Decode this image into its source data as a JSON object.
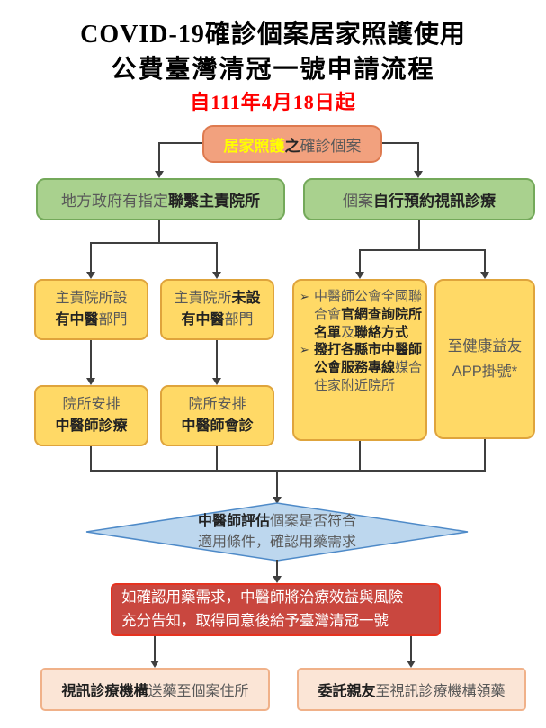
{
  "page": {
    "title_line1": "COVID-19確診個案居家照護使用",
    "title_line2": "公費臺灣清冠一號申請流程",
    "effective_date": "自111年4月18日起"
  },
  "colors": {
    "start_fill": "#F2A17E",
    "green_fill": "#A9D18E",
    "yellow_fill": "#FFD966",
    "diamond_fill": "#BDD7EE",
    "red_fill": "#C9473F",
    "peach_fill": "#FBE5D6",
    "subtitle_red": "#FF0000",
    "connector": "#3F3F3F",
    "start_highlight_text": "#FFFF00"
  },
  "flow": {
    "start": {
      "highlight": "居家照護",
      "link": "之",
      "rest": "確診個案"
    },
    "left_branch": {
      "header": {
        "pre": "地方政府有指定",
        "bold": "聯繫主責院所"
      },
      "with_tcm": {
        "line1": "主責院所設",
        "line2_bold": "有中醫",
        "line2_rest": "部門"
      },
      "without_tcm": {
        "line1_pre": "主責院所",
        "line1_bold": "未設",
        "line2_bold": "有中醫",
        "line2_rest": "部門"
      },
      "arrange_treatment": {
        "line1": "院所安排",
        "line2": "中醫師診療"
      },
      "arrange_consult": {
        "line1": "院所安排",
        "line2": "中醫師會診"
      }
    },
    "right_branch": {
      "header": {
        "pre": "個案",
        "bold": "自行預約視訊診療"
      },
      "lookup": {
        "marker": "➢",
        "b1_pre": "中醫師公會全國聯合會",
        "b1_bold1": "官網查詢院所名單",
        "b1_mid": "及",
        "b1_bold2": "聯絡方式",
        "b2_bold": "撥打各縣市中醫師公會服務專線",
        "b2_rest": "媒合住家附近院所"
      },
      "app": {
        "line1": "至健康益友",
        "line2": "APP掛號*"
      }
    },
    "diamond": {
      "line1_bold": "中醫師評估",
      "line1_rest": "個案是否符合",
      "line2": "適用條件，確認用藥需求"
    },
    "confirm": {
      "line1": "如確認用藥需求，中醫師將治療效益與風險",
      "line2": "充分告知，取得同意後給予臺灣清冠一號"
    },
    "delivery": {
      "bold": "視訊診療機構",
      "rest": "送藥至個案住所"
    },
    "pickup": {
      "bold": "委託親友",
      "rest": "至視訊診療機構領藥"
    }
  }
}
